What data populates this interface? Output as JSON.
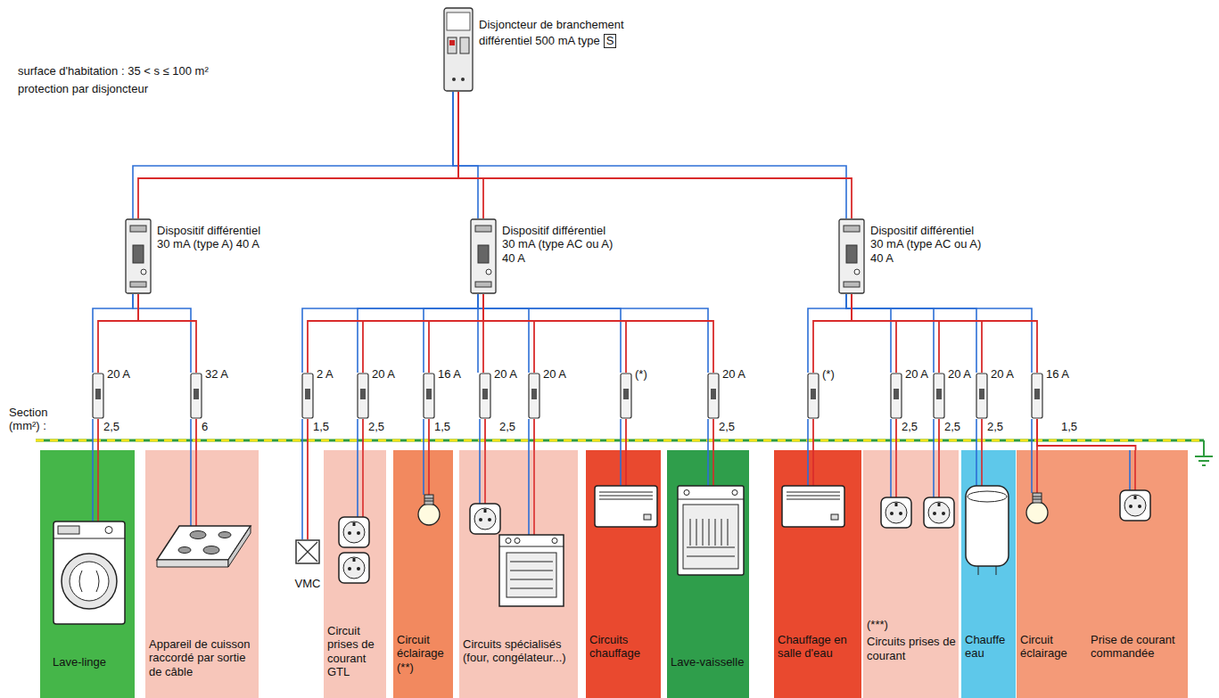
{
  "diagram": {
    "nodes": [
      {
        "text": [
          "Disjoncteur de branchement différentiel 500 mA type",
          "S"
        ]
      },
      {
        "text": [
          "Dispositif différentiel 30 mA (type A) 40 A"
        ]
      },
      {
        "text": [
          "Dispositif différentiel 30 mA (type AC ou A) 40 A"
        ]
      },
      {
        "text": [
          "Dispositif différentiel 30 mA (type AC ou A) 40 A"
        ]
      },
      {
        "text": [
          "20 A"
        ]
      },
      {
        "text": [
          "32 A"
        ]
      },
      {
        "text": [
          "2 A"
        ]
      },
      {
        "text": [
          "20 A"
        ]
      },
      {
        "text": [
          "16 A"
        ]
      },
      {
        "text": [
          "20 A"
        ]
      },
      {
        "text": [
          "20 A"
        ]
      },
      {
        "text": [
          "(*)"
        ]
      },
      {
        "text": [
          "20 A"
        ]
      },
      {
        "text": [
          "(*)"
        ]
      },
      {
        "text": [
          "20 A"
        ]
      },
      {
        "text": [
          "20 A"
        ]
      },
      {
        "text": [
          "20 A"
        ]
      },
      {
        "text": [
          "16 A"
        ]
      },
      {
        "text": [
          "Lave-linge"
        ]
      },
      {
        "text": [
          "Appareil de cuisson raccordé par sortie de câble"
        ]
      },
      {
        "text": [
          "VMC"
        ]
      },
      {
        "text": [
          "Circuit prises de courant GTL"
        ]
      },
      {
        "text": [
          "Circuit éclairage (**)"
        ]
      },
      {
        "text": [
          "Circuits spécialisés (four, congélateur...)"
        ]
      },
      {
        "text": [
          "Circuits chauffage"
        ]
      },
      {
        "text": [
          "Lave-vaisselle"
        ]
      },
      {
        "text": [
          "Chauffage en salle d'eau"
        ]
      },
      {
        "text": [
          "(***)",
          "Circuits prises de courant"
        ]
      },
      {
        "text": [
          "Chauffe eau"
        ]
      },
      {
        "text": [
          "Circuit éclairage"
        ]
      },
      {
        "text": [
          "Prise de courant commandée"
        ]
      }
    ],
    "edges": [
      {
        "from": 0,
        "to": 1,
        "arrow": "none"
      },
      {
        "from": 0,
        "to": 2,
        "arrow": "none"
      },
      {
        "from": 0,
        "to": 3,
        "arrow": "none"
      },
      {
        "from": 1,
        "to": 4,
        "arrow": "none"
      },
      {
        "from": 1,
        "to": 5,
        "arrow": "none"
      },
      {
        "from": 2,
        "to": 6,
        "arrow": "none"
      },
      {
        "from": 2,
        "to": 7,
        "arrow": "none"
      },
      {
        "from": 2,
        "to": 8,
        "arrow": "none"
      },
      {
        "from": 2,
        "to": 9,
        "arrow": "none"
      },
      {
        "from": 2,
        "to": 10,
        "arrow": "none"
      },
      {
        "from": 2,
        "to": 11,
        "arrow": "none"
      },
      {
        "from": 2,
        "to": 12,
        "arrow": "none"
      },
      {
        "from": 3,
        "to": 13,
        "arrow": "none"
      },
      {
        "from": 3,
        "to": 14,
        "arrow": "none"
      },
      {
        "from": 3,
        "to": 15,
        "arrow": "none"
      },
      {
        "from": 3,
        "to": 16,
        "arrow": "none"
      },
      {
        "from": 3,
        "to": 17,
        "arrow": "none"
      },
      {
        "from": 4,
        "to": 18,
        "arrow": "none"
      },
      {
        "from": 5,
        "to": 19,
        "arrow": "none"
      },
      {
        "from": 6,
        "to": 20,
        "arrow": "none"
      },
      {
        "from": 7,
        "to": 21,
        "arrow": "none"
      },
      {
        "from": 8,
        "to": 22,
        "arrow": "none"
      },
      {
        "from": 9,
        "to": 23,
        "arrow": "none"
      },
      {
        "from": 10,
        "to": 23,
        "arrow": "none"
      },
      {
        "from": 11,
        "to": 24,
        "arrow": "none"
      },
      {
        "from": 12,
        "to": 25,
        "arrow": "none"
      },
      {
        "from": 13,
        "to": 26,
        "arrow": "none"
      },
      {
        "from": 14,
        "to": 27,
        "arrow": "none"
      },
      {
        "from": 15,
        "to": 27,
        "arrow": "none"
      },
      {
        "from": 16,
        "to": 28,
        "arrow": "none"
      },
      {
        "from": 17,
        "to": 29,
        "arrow": "none"
      },
      {
        "from": 17,
        "to": 30,
        "arrow": "none"
      }
    ],
    "labels": [
      "surface d'habitation : 35 < s ≤ 100 m²",
      "protection par disjoncteur",
      "Section (mm²) :",
      "2,5",
      "6",
      "1,5",
      "2,5",
      "1,5",
      "2,5",
      "2,5",
      "2,5",
      "2,5",
      "2,5",
      "1,5"
    ]
  }
}
